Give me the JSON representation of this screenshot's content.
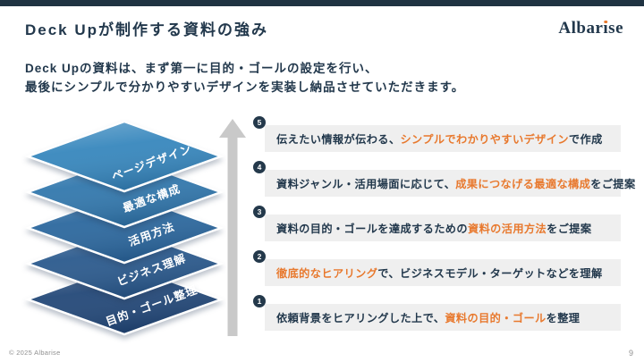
{
  "slide": {
    "title": "Deck Upが制作する資料の強み",
    "logo": {
      "full_name": "Albarise",
      "before_i": "Albar",
      "i_char": "ı",
      "after_i": "se"
    },
    "subtitle_line1": "Deck Upの資料は、まず第一に目的・ゴールの設定を行い、",
    "subtitle_line2": "最後にシンプルで分かりやすいデザインを実装し納品させていただきます。",
    "footer": {
      "copyright": "© 2025 Albarise",
      "page_number": "9"
    }
  },
  "colors": {
    "navy": "#22384c",
    "topbar": "#1f3342",
    "orange": "#e8792e",
    "barbg": "#efefef",
    "badge": "#24394b",
    "graytext": "#8f8f8f"
  },
  "diagram": {
    "arrow_color": "#c9c9c9",
    "layers": [
      {
        "label": "ページデザイン",
        "color": "#3787bd"
      },
      {
        "label": "最適な構成",
        "color": "#3278ad"
      },
      {
        "label": "活用方法",
        "color": "#2c689e"
      },
      {
        "label": "ビジネス理解",
        "color": "#2b5a8d"
      },
      {
        "label": "目的・ゴール整理",
        "color": "#234878"
      }
    ]
  },
  "steps": [
    {
      "number": "5",
      "pre": "伝えたい情報が伝わる、",
      "highlight": "シンプルでわかりやすいデザイン",
      "post": "で作成"
    },
    {
      "number": "4",
      "pre": "資料ジャンル・活用場面に応じて、",
      "highlight": "成果につなげる最適な構成",
      "post": "をご提案"
    },
    {
      "number": "3",
      "pre": "資料の目的・ゴールを達成するための",
      "highlight": "資料の活用方法",
      "post": "をご提案"
    },
    {
      "number": "2",
      "pre": "",
      "highlight": "徹底的なヒアリング",
      "post": "で、ビジネスモデル・ターゲットなどを理解"
    },
    {
      "number": "1",
      "pre": "依頼背景をヒアリングした上で、",
      "highlight": "資料の目的・ゴール",
      "post": "を整理"
    }
  ]
}
